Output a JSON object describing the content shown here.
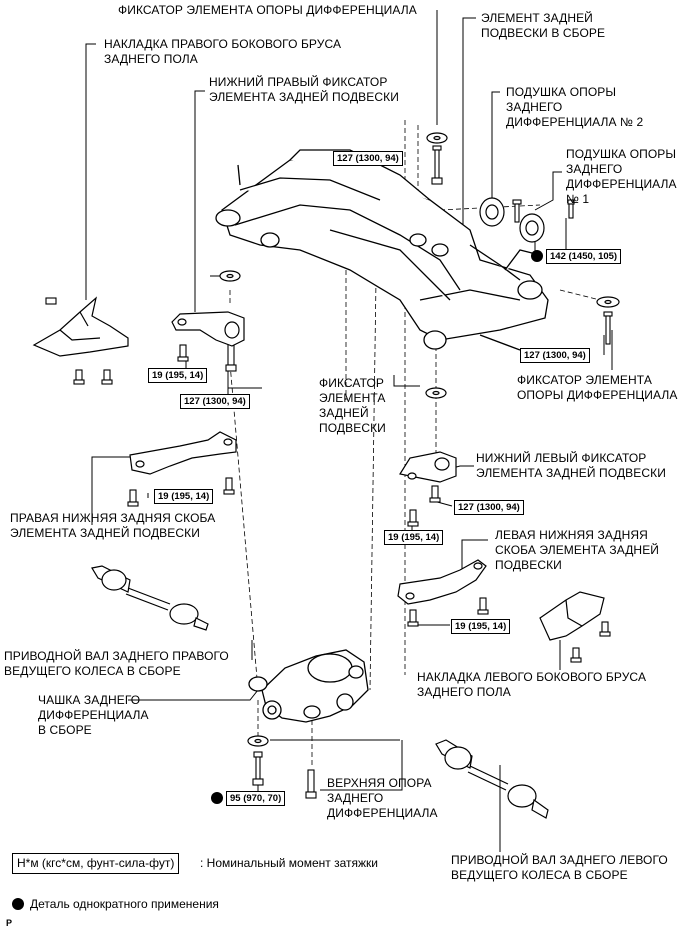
{
  "labels": {
    "diff_support_retainer_top": "ФИКСАТОР ЭЛЕМЕНТА ОПОРЫ ДИФФЕРЕНЦИАЛА",
    "rear_member_assy": "ЭЛЕМЕНТ ЗАДНЕЙ\nПОДВЕСКИ В СБОРЕ",
    "rh_floor_side_rail_cover": "НАКЛАДКА ПРАВОГО БОКОВОГО БРУСА\nЗАДНЕГО ПОЛА",
    "rh_lower_stopper": "НИЖНИЙ ПРАВЫЙ ФИКСАТОР\nЭЛЕМЕНТА ЗАДНЕЙ ПОДВЕСКИ",
    "diff_mount_cushion_2": "ПОДУШКА ОПОРЫ\nЗАДНЕГО\nДИФФЕРЕНЦИАЛА № 2",
    "diff_mount_cushion_1": "ПОДУШКА ОПОРЫ\nЗАДНЕГО\nДИФФЕРЕНЦИАЛА\n№ 1",
    "diff_support_retainer_right": "ФИКСАТОР ЭЛЕМЕНТА\nОПОРЫ ДИФФЕРЕНЦИАЛА",
    "member_stopper": "ФИКСАТОР\nЭЛЕМЕНТА\nЗАДНЕЙ\nПОДВЕСКИ",
    "lh_lower_stopper": "НИЖНИЙ ЛЕВЫЙ ФИКСАТОР\nЭЛЕМЕНТА ЗАДНЕЙ ПОДВЕСКИ",
    "rh_lower_brace": "ПРАВАЯ НИЖНЯЯ ЗАДНЯЯ СКОБА\nЭЛЕМЕНТА ЗАДНЕЙ ПОДВЕСКИ",
    "lh_lower_brace": "ЛЕВАЯ НИЖНЯЯ ЗАДНЯЯ\nСКОБА ЭЛЕМЕНТА ЗАДНЕЙ\nПОДВЕСКИ",
    "rh_drive_shaft": "ПРИВОДНОЙ ВАЛ ЗАДНЕГО ПРАВОГО\nВЕДУЩЕГО КОЛЕСА В СБОРЕ",
    "lh_floor_side_rail_cover": "НАКЛАДКА ЛЕВОГО БОКОВОГО БРУСА\nЗАДНЕГО ПОЛА",
    "diff_carrier_assy": "ЧАШКА ЗАДНЕГО\nДИФФЕРЕНЦИАЛА\nВ СБОРЕ",
    "diff_upper_support": "ВЕРХНЯЯ ОПОРА\nЗАДНЕГО\nДИФФЕРЕНЦИАЛА",
    "lh_drive_shaft": "ПРИВОДНОЙ ВАЛ ЗАДНЕГО ЛЕВОГО\nВЕДУЩЕГО КОЛЕСА В СБОРЕ"
  },
  "torques": {
    "t127_top": "127 (1300, 94)",
    "t142": "142 (1450, 105)",
    "t127_right": "127 (1300, 94)",
    "t19_rh_stopper": "19 (195, 14)",
    "t127_rh_stopper": "127 (1300, 94)",
    "t19_rh_brace": "19 (195, 14)",
    "t127_lh_stopper": "127 (1300, 94)",
    "t19_lh_stopper": "19 (195, 14)",
    "t19_lh_brace": "19 (195, 14)",
    "t95": "95 (970, 70)"
  },
  "legend": {
    "torque_unit": "Н*м (кгс*см, фунт-сила-фут)",
    "torque_desc": ": Номинальный момент затяжки",
    "non_reusable": "Деталь однократного применения"
  },
  "page_mark": "P"
}
